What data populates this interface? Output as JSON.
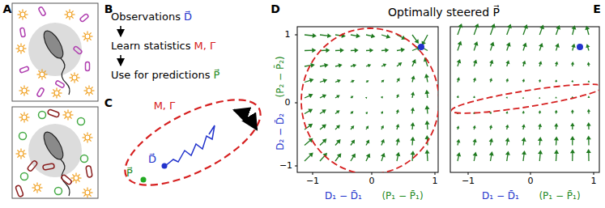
{
  "diagram": {
    "nodes": [
      {
        "text": [
          "Observations",
          "D⃗"
        ]
      },
      {
        "text": [
          "Learn statistics",
          "M, Γ"
        ]
      },
      {
        "text": [
          "Use for predictions",
          "P⃗"
        ]
      }
    ],
    "edges": [
      {
        "from": 0,
        "to": 1,
        "arrow": "to"
      },
      {
        "from": 1,
        "to": 2,
        "arrow": "to"
      }
    ],
    "labels": [
      "A",
      "B",
      "C",
      "D",
      "E",
      "Optimally steered P⃗",
      "M, Γ",
      "D⃗",
      "P⃗",
      "1",
      "0",
      "−1",
      "−1",
      "0",
      "1",
      "−1",
      "0",
      "1",
      "D₁ − D̄₁",
      "(P₁ − P̄₁)",
      "D₂ − D̄₂",
      "(P₂ − P̄₂)",
      "D₁ − D̄₁",
      "(P₁ − P̄₁)"
    ]
  }
}
